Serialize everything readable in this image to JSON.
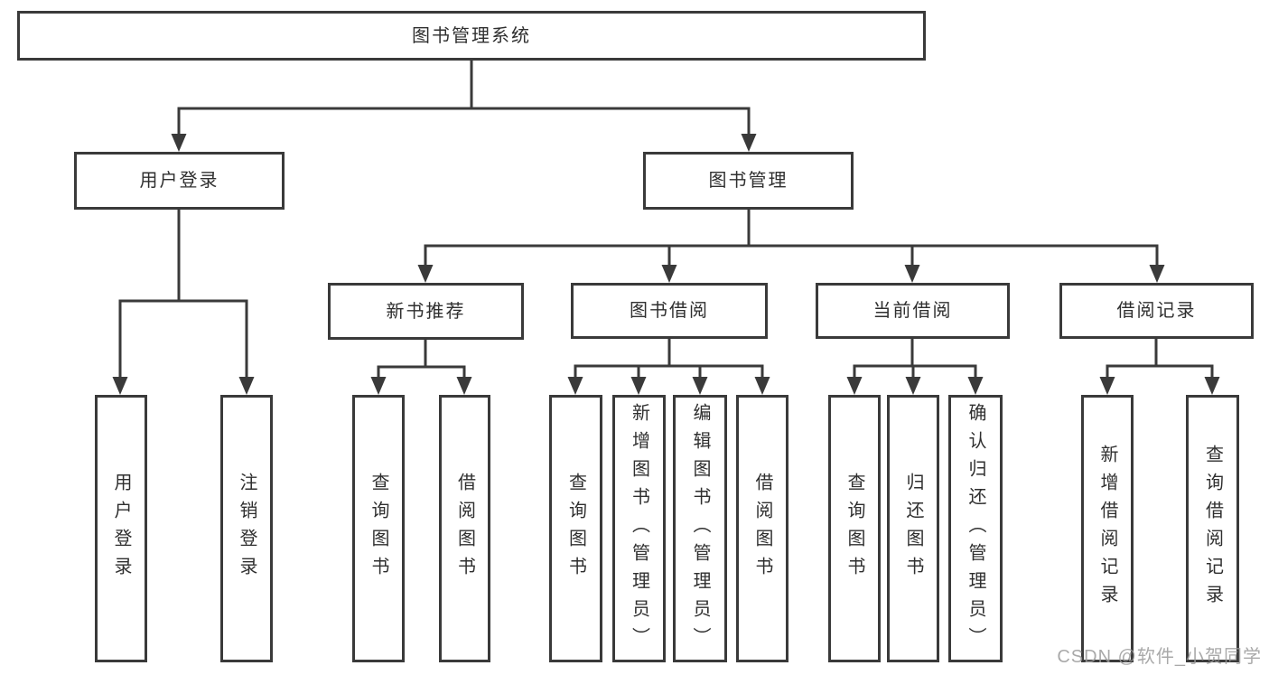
{
  "diagram_type": "function-structure-tree",
  "colors": {
    "line": "#3a3a3a",
    "text": "#2f2f2f",
    "background": "#ffffff",
    "watermark": "#9b9b9b"
  },
  "tree": {
    "root": {
      "label": "图书管理系统",
      "children": [
        {
          "label": "用户登录",
          "children": [
            {
              "label": "用户登录"
            },
            {
              "label": "注销登录"
            }
          ]
        },
        {
          "label": "图书管理",
          "children": [
            {
              "label": "新书推荐",
              "children": [
                {
                  "label": "查询图书"
                },
                {
                  "label": "借阅图书"
                }
              ]
            },
            {
              "label": "图书借阅",
              "children": [
                {
                  "label": "查询图书"
                },
                {
                  "label": "新增图书（管理员）"
                },
                {
                  "label": "编辑图书（管理员）"
                },
                {
                  "label": "借阅图书"
                }
              ]
            },
            {
              "label": "当前借阅",
              "children": [
                {
                  "label": "查询图书"
                },
                {
                  "label": "归还图书"
                },
                {
                  "label": "确认归还（管理员）"
                }
              ]
            },
            {
              "label": "借阅记录",
              "children": [
                {
                  "label": "新增借阅记录"
                },
                {
                  "label": "查询借阅记录"
                }
              ]
            }
          ]
        }
      ]
    }
  },
  "watermark": {
    "text": "CSDN @软件_小贺同学"
  }
}
